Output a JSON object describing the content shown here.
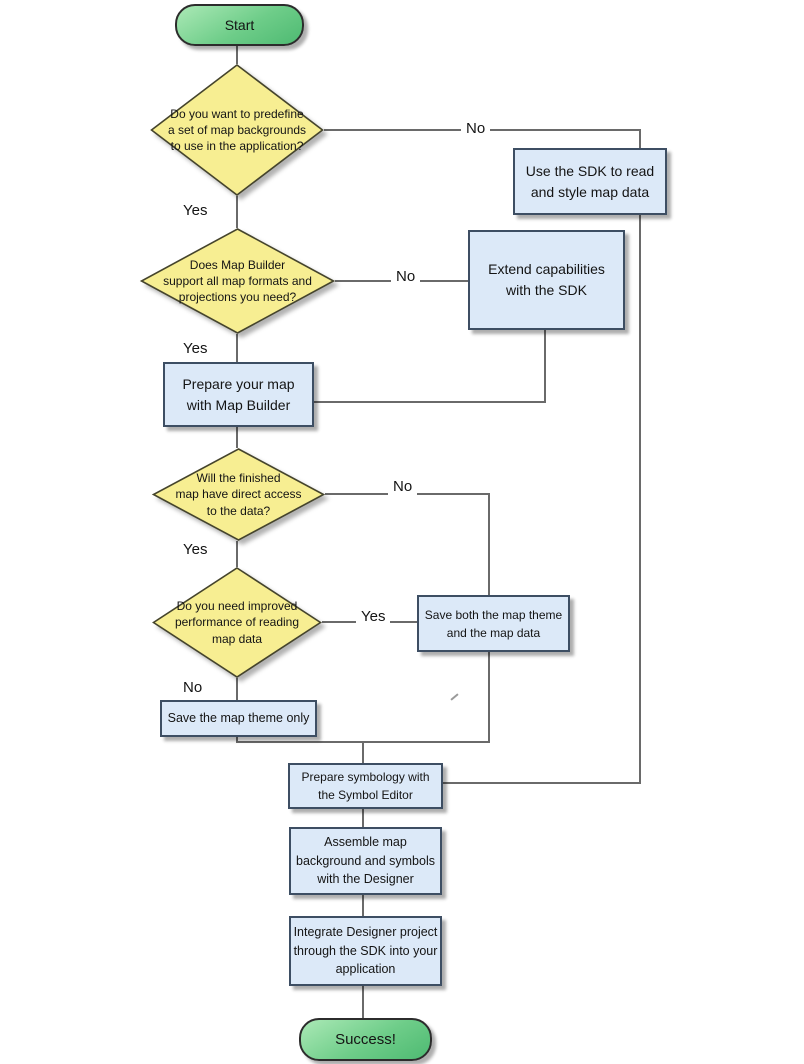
{
  "colors": {
    "decision_fill": "#f7ee92",
    "decision_border": "#45442c",
    "process_fill": "#dce9f8",
    "process_border": "#3d4e63",
    "terminal_fill_light": "#abe9b6",
    "terminal_fill_dark": "#4eba72",
    "terminal_border": "#2c2c2c",
    "connector": "#6a6a6a"
  },
  "nodes": {
    "start": {
      "type": "terminal",
      "label": "Start"
    },
    "decision_predefine": {
      "type": "decision",
      "label": "Do you want to predefine\na set of map backgrounds\nto use in the application?"
    },
    "use_sdk": {
      "type": "process",
      "label": "Use the SDK to read\nand style map data"
    },
    "decision_mapbuilder": {
      "type": "decision",
      "label": "Does Map Builder\nsupport all map formats and\nprojections you need?"
    },
    "extend_sdk": {
      "type": "process",
      "label": "Extend capabilities\nwith the SDK"
    },
    "prepare_map": {
      "type": "process",
      "label": "Prepare your map\nwith Map Builder"
    },
    "decision_direct_access": {
      "type": "decision",
      "label": "Will the finished\nmap have direct access\nto the data?"
    },
    "decision_performance": {
      "type": "decision",
      "label": "Do you need improved\nperformance of reading\nmap data"
    },
    "save_both": {
      "type": "process",
      "label": "Save both the map theme\nand the map data"
    },
    "save_theme": {
      "type": "process",
      "label": "Save the map theme only"
    },
    "symbology": {
      "type": "process",
      "label": "Prepare symbology with\nthe Symbol Editor"
    },
    "assemble": {
      "type": "process",
      "label": "Assemble map\nbackground and symbols\nwith the Designer"
    },
    "integrate": {
      "type": "process",
      "label": "Integrate Designer project\nthrough the SDK into your\napplication"
    },
    "success": {
      "type": "terminal",
      "label": "Success!"
    }
  },
  "edge_labels": {
    "predefine_no": "No",
    "predefine_yes": "Yes",
    "mapbuilder_no": "No",
    "mapbuilder_yes": "Yes",
    "direct_access_no": "No",
    "direct_access_yes": "Yes",
    "performance_yes": "Yes",
    "performance_no": "No"
  }
}
